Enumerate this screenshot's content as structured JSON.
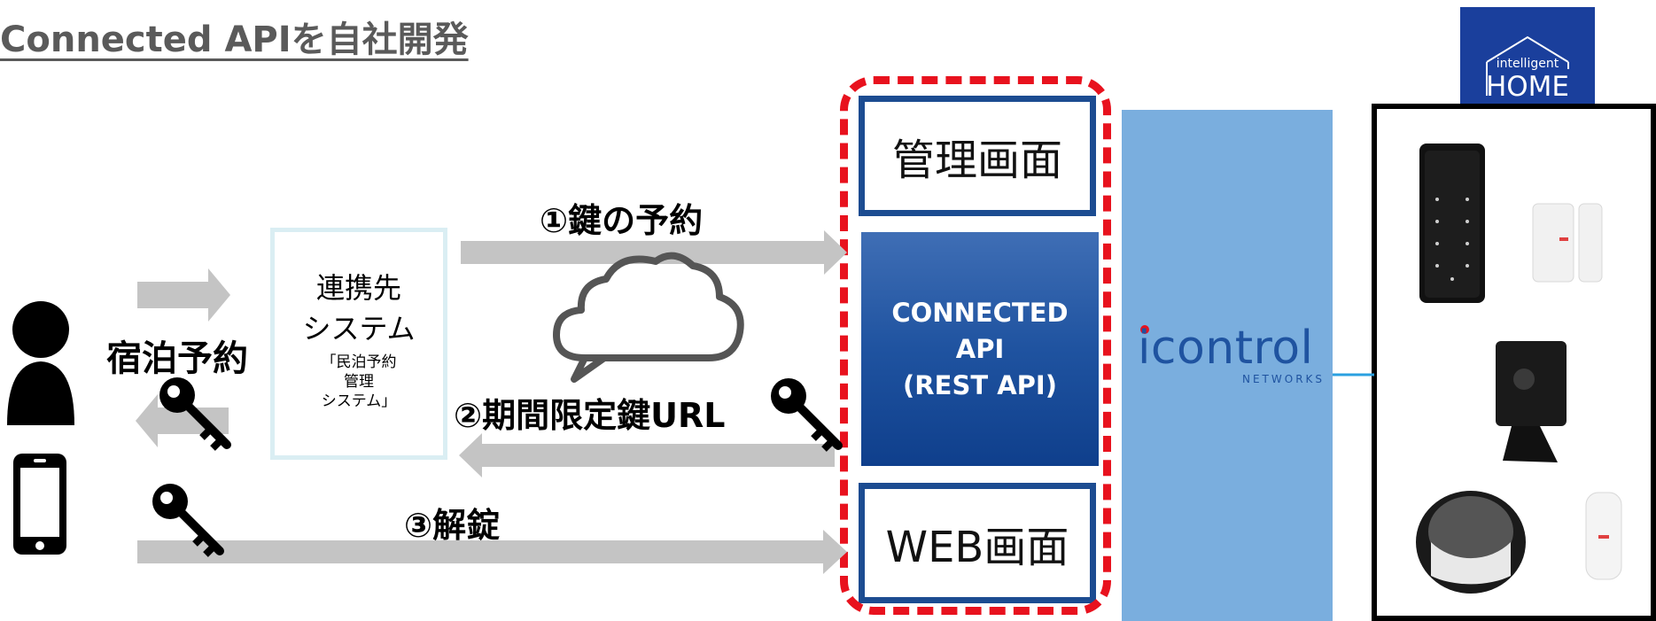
{
  "page": {
    "title": "Connected APIを自社開発"
  },
  "partner_system": {
    "title_line1": "連携先",
    "title_line2": "システム",
    "sub_line1": "「民泊予約",
    "sub_line2": "管理",
    "sub_line3": "システム」"
  },
  "flows": {
    "reserve_key": "①鍵の予約",
    "time_limited_key_url": "②期間限定鍵URL",
    "unlock": "③解錠",
    "stay_reservation": "宿泊予約"
  },
  "api_stack": {
    "admin_panel": "管理画面",
    "api_line1": "CONNECTED",
    "api_line2": "API",
    "api_line3": "(REST API)",
    "web_panel": "WEB画面"
  },
  "icontrol": {
    "logo_text": "icontrol",
    "logo_sub": "NETWORKS"
  },
  "intelligent_home": {
    "line1": "intelligent",
    "line2": "HOME"
  },
  "colors": {
    "arrow_gray": "#c4c4c4",
    "dashed_red": "#e8121e",
    "api_blue": "#1f53a0",
    "icontrol_blue": "#7aaede",
    "logo_navy": "#1a3f9c"
  },
  "icons": [
    "person-icon",
    "smartphone-icon",
    "cloud-icon",
    "key-icon",
    "keypad-lock-icon",
    "door-sensor-icon",
    "camera-icon",
    "hub-icon",
    "motion-sensor-icon"
  ]
}
